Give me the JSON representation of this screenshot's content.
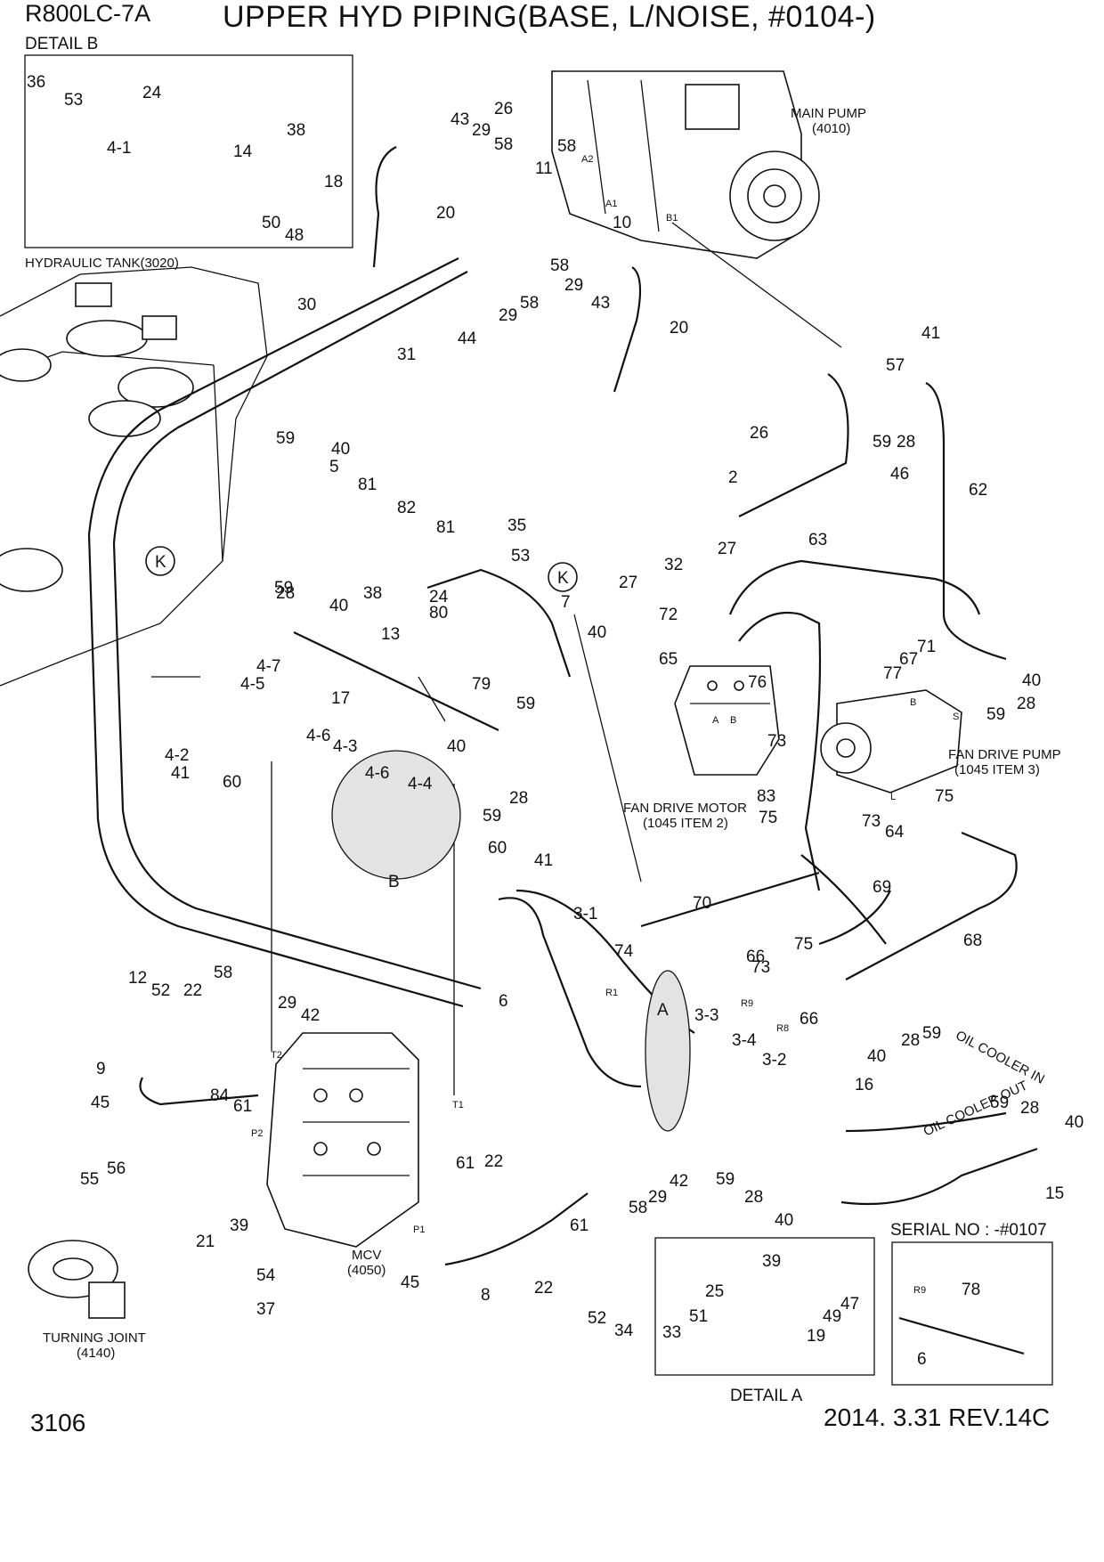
{
  "header": {
    "model": "R800LC-7A",
    "title": "UPPER HYD PIPING(BASE, L/NOISE, #0104-)"
  },
  "footer": {
    "page_number": "3106",
    "revision": "2014. 3.31  REV.14C"
  },
  "details": {
    "detail_b": "DETAIL B",
    "detail_a": "DETAIL A",
    "serial": "SERIAL NO : -#0107"
  },
  "components": {
    "main_pump": "MAIN PUMP",
    "main_pump_ref": "(4010)",
    "hydraulic_tank": "HYDRAULIC TANK(3020)",
    "fan_drive_motor": "FAN DRIVE MOTOR",
    "fan_drive_motor_ref": "(1045 ITEM 2)",
    "fan_drive_pump": "FAN DRIVE PUMP",
    "fan_drive_pump_ref": "(1045 ITEM 3)",
    "mcv": "MCV",
    "mcv_ref": "(4050)",
    "turning_joint": "TURNING JOINT",
    "turning_joint_ref": "(4140)",
    "oil_cooler_in": "OIL COOLER IN",
    "oil_cooler_out": "OIL COOLER OUT"
  },
  "part_labels": [
    {
      "id": "lb-36",
      "text": "36"
    },
    {
      "id": "lb-53a",
      "text": "53"
    },
    {
      "id": "lb-24a",
      "text": "24"
    },
    {
      "id": "lb-4-1",
      "text": "4-1"
    },
    {
      "id": "lb-14",
      "text": "14"
    },
    {
      "id": "lb-38a",
      "text": "38"
    },
    {
      "id": "lb-18",
      "text": "18"
    },
    {
      "id": "lb-50",
      "text": "50"
    },
    {
      "id": "lb-48",
      "text": "48"
    },
    {
      "id": "lb-43a",
      "text": "43"
    },
    {
      "id": "lb-29a",
      "text": "29"
    },
    {
      "id": "lb-26a",
      "text": "26"
    },
    {
      "id": "lb-58a",
      "text": "58"
    },
    {
      "id": "lb-11",
      "text": "11"
    },
    {
      "id": "lb-58b",
      "text": "58"
    },
    {
      "id": "lb-20a",
      "text": "20"
    },
    {
      "id": "lb-10",
      "text": "10"
    },
    {
      "id": "lb-58c",
      "text": "58"
    },
    {
      "id": "lb-29b",
      "text": "29"
    },
    {
      "id": "lb-43b",
      "text": "43"
    },
    {
      "id": "lb-29c",
      "text": "29"
    },
    {
      "id": "lb-58d",
      "text": "58"
    },
    {
      "id": "lb-20b",
      "text": "20"
    },
    {
      "id": "lb-30",
      "text": "30"
    },
    {
      "id": "lb-31",
      "text": "31"
    },
    {
      "id": "lb-44",
      "text": "44"
    },
    {
      "id": "lb-57",
      "text": "57"
    },
    {
      "id": "lb-41a",
      "text": "41"
    },
    {
      "id": "lb-26b",
      "text": "26"
    },
    {
      "id": "lb-59a",
      "text": "59"
    },
    {
      "id": "lb-28a",
      "text": "28"
    },
    {
      "id": "lb-46",
      "text": "46"
    },
    {
      "id": "lb-62",
      "text": "62"
    },
    {
      "id": "lb-2",
      "text": "2"
    },
    {
      "id": "lb-59b",
      "text": "59"
    },
    {
      "id": "lb-40a",
      "text": "40"
    },
    {
      "id": "lb-5",
      "text": "5"
    },
    {
      "id": "lb-81a",
      "text": "81"
    },
    {
      "id": "lb-82",
      "text": "82"
    },
    {
      "id": "lb-81b",
      "text": "81"
    },
    {
      "id": "lb-35",
      "text": "35"
    },
    {
      "id": "lb-53b",
      "text": "53"
    },
    {
      "id": "lb-27a",
      "text": "27"
    },
    {
      "id": "lb-27b",
      "text": "27"
    },
    {
      "id": "lb-32",
      "text": "32"
    },
    {
      "id": "lb-63",
      "text": "63"
    },
    {
      "id": "lb-59c",
      "text": "59"
    },
    {
      "id": "lb-28b",
      "text": "28"
    },
    {
      "id": "lb-40b",
      "text": "40"
    },
    {
      "id": "lb-38b",
      "text": "38"
    },
    {
      "id": "lb-24b",
      "text": "24"
    },
    {
      "id": "lb-80",
      "text": "80"
    },
    {
      "id": "lb-7",
      "text": "7"
    },
    {
      "id": "lb-13",
      "text": "13"
    },
    {
      "id": "lb-40c",
      "text": "40"
    },
    {
      "id": "lb-72",
      "text": "72"
    },
    {
      "id": "lb-65",
      "text": "65"
    },
    {
      "id": "lb-76",
      "text": "76"
    },
    {
      "id": "lb-79",
      "text": "79"
    },
    {
      "id": "lb-59d",
      "text": "59"
    },
    {
      "id": "lb-71",
      "text": "71"
    },
    {
      "id": "lb-67",
      "text": "67"
    },
    {
      "id": "lb-77",
      "text": "77"
    },
    {
      "id": "lb-40d",
      "text": "40"
    },
    {
      "id": "lb-59e",
      "text": "59"
    },
    {
      "id": "lb-28c",
      "text": "28"
    },
    {
      "id": "lb-4-7",
      "text": "4-7"
    },
    {
      "id": "lb-4-5",
      "text": "4-5"
    },
    {
      "id": "lb-17",
      "text": "17"
    },
    {
      "id": "lb-4-6a",
      "text": "4-6"
    },
    {
      "id": "lb-4-3",
      "text": "4-3"
    },
    {
      "id": "lb-4-2",
      "text": "4-2"
    },
    {
      "id": "lb-41b",
      "text": "41"
    },
    {
      "id": "lb-60a",
      "text": "60"
    },
    {
      "id": "lb-40e",
      "text": "40"
    },
    {
      "id": "lb-4-6b",
      "text": "4-6"
    },
    {
      "id": "lb-4-4",
      "text": "4-4"
    },
    {
      "id": "lb-28d",
      "text": "28"
    },
    {
      "id": "lb-59f",
      "text": "59"
    },
    {
      "id": "lb-73a",
      "text": "73"
    },
    {
      "id": "lb-83",
      "text": "83"
    },
    {
      "id": "lb-75a",
      "text": "75"
    },
    {
      "id": "lb-75b",
      "text": "75"
    },
    {
      "id": "lb-73b",
      "text": "73"
    },
    {
      "id": "lb-64",
      "text": "64"
    },
    {
      "id": "lb-60b",
      "text": "60"
    },
    {
      "id": "lb-41c",
      "text": "41"
    },
    {
      "id": "lb-b",
      "text": "B"
    },
    {
      "id": "lb-69",
      "text": "69"
    },
    {
      "id": "lb-70",
      "text": "70"
    },
    {
      "id": "lb-3-1",
      "text": "3-1"
    },
    {
      "id": "lb-68",
      "text": "68"
    },
    {
      "id": "lb-74",
      "text": "74"
    },
    {
      "id": "lb-66a",
      "text": "66"
    },
    {
      "id": "lb-75c",
      "text": "75"
    },
    {
      "id": "lb-73c",
      "text": "73"
    },
    {
      "id": "lb-66b",
      "text": "66"
    },
    {
      "id": "lb-6a",
      "text": "6"
    },
    {
      "id": "lb-a",
      "text": "A"
    },
    {
      "id": "lb-3-3",
      "text": "3-3"
    },
    {
      "id": "lb-3-4",
      "text": "3-4"
    },
    {
      "id": "lb-3-2",
      "text": "3-2"
    },
    {
      "id": "lb-12",
      "text": "12"
    },
    {
      "id": "lb-52a",
      "text": "52"
    },
    {
      "id": "lb-22a",
      "text": "22"
    },
    {
      "id": "lb-58e",
      "text": "58"
    },
    {
      "id": "lb-29d",
      "text": "29"
    },
    {
      "id": "lb-42a",
      "text": "42"
    },
    {
      "id": "lb-9",
      "text": "9"
    },
    {
      "id": "lb-45a",
      "text": "45"
    },
    {
      "id": "lb-84",
      "text": "84"
    },
    {
      "id": "lb-61a",
      "text": "61"
    },
    {
      "id": "lb-40f",
      "text": "40"
    },
    {
      "id": "lb-28e",
      "text": "28"
    },
    {
      "id": "lb-59g",
      "text": "59"
    },
    {
      "id": "lb-16",
      "text": "16"
    },
    {
      "id": "lb-59h",
      "text": "59"
    },
    {
      "id": "lb-28f",
      "text": "28"
    },
    {
      "id": "lb-40g",
      "text": "40"
    },
    {
      "id": "lb-15",
      "text": "15"
    },
    {
      "id": "lb-59i",
      "text": "59"
    },
    {
      "id": "lb-28g",
      "text": "28"
    },
    {
      "id": "lb-40h",
      "text": "40"
    },
    {
      "id": "lb-56",
      "text": "56"
    },
    {
      "id": "lb-55",
      "text": "55"
    },
    {
      "id": "lb-39a",
      "text": "39"
    },
    {
      "id": "lb-21",
      "text": "21"
    },
    {
      "id": "lb-61b",
      "text": "61"
    },
    {
      "id": "lb-22b",
      "text": "22"
    },
    {
      "id": "lb-42b",
      "text": "42"
    },
    {
      "id": "lb-29e",
      "text": "29"
    },
    {
      "id": "lb-58f",
      "text": "58"
    },
    {
      "id": "lb-61c",
      "text": "61"
    },
    {
      "id": "lb-22c",
      "text": "22"
    },
    {
      "id": "lb-45b",
      "text": "45"
    },
    {
      "id": "lb-8",
      "text": "8"
    },
    {
      "id": "lb-52b",
      "text": "52"
    },
    {
      "id": "lb-34",
      "text": "34"
    },
    {
      "id": "lb-54",
      "text": "54"
    },
    {
      "id": "lb-37",
      "text": "37"
    },
    {
      "id": "lb-39b",
      "text": "39"
    },
    {
      "id": "lb-25",
      "text": "25"
    },
    {
      "id": "lb-47",
      "text": "47"
    },
    {
      "id": "lb-51",
      "text": "51"
    },
    {
      "id": "lb-49",
      "text": "49"
    },
    {
      "id": "lb-33",
      "text": "33"
    },
    {
      "id": "lb-19",
      "text": "19"
    },
    {
      "id": "lb-78",
      "text": "78"
    },
    {
      "id": "lb-6b",
      "text": "6"
    },
    {
      "id": "lb-k1",
      "text": "K"
    },
    {
      "id": "lb-k2",
      "text": "K"
    }
  ],
  "port_labels": [
    {
      "id": "pt-a2",
      "text": "A2"
    },
    {
      "id": "pt-a1",
      "text": "A1"
    },
    {
      "id": "pt-b1",
      "text": "B1"
    },
    {
      "id": "pt-a",
      "text": "A"
    },
    {
      "id": "pt-b",
      "text": "B"
    },
    {
      "id": "pt-t2",
      "text": "T2"
    },
    {
      "id": "pt-t1",
      "text": "T1"
    },
    {
      "id": "pt-p2",
      "text": "P2"
    },
    {
      "id": "pt-p1",
      "text": "P1"
    },
    {
      "id": "pt-r1",
      "text": "R1"
    },
    {
      "id": "pt-r9",
      "text": "R9"
    },
    {
      "id": "pt-r8",
      "text": "R8"
    },
    {
      "id": "pt-b2",
      "text": "B"
    },
    {
      "id": "pt-s",
      "text": "S"
    },
    {
      "id": "pt-l",
      "text": "L"
    },
    {
      "id": "pt-r9b",
      "text": "R9"
    }
  ]
}
